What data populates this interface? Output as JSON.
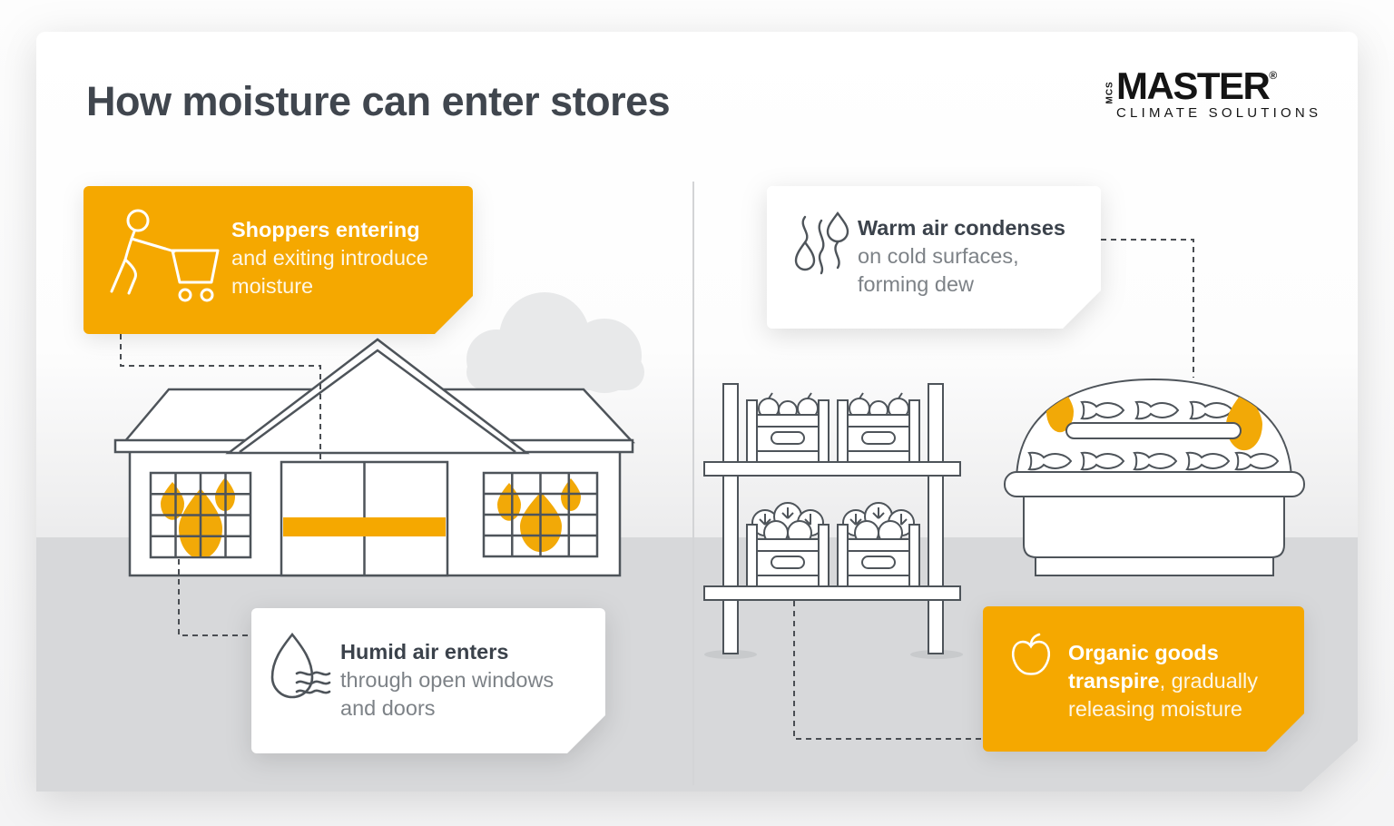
{
  "page": {
    "title": "How moisture can enter stores"
  },
  "logo": {
    "vertical": "MCS",
    "brand": "MASTER",
    "registered": "®",
    "tagline": "CLIMATE SOLUTIONS"
  },
  "callouts": {
    "shoppers": {
      "icon": "shopper-cart-icon",
      "heading": "Shoppers entering",
      "body": "and exiting introduce moisture"
    },
    "humid": {
      "icon": "humid-drop-icon",
      "heading": "Humid air enters",
      "body": "through open windows and doors"
    },
    "condensation": {
      "icon": "steam-drops-icon",
      "heading": "Warm air condenses",
      "body": "on cold surfaces, forming dew"
    },
    "organic": {
      "icon": "apple-icon",
      "heading": "Organic goods transpire",
      "body": ", gradually releasing moisture"
    }
  },
  "scene": {
    "left_illustration": "store-building-with-moisture-droplets",
    "right_illustration": "produce-shelves-and-fish-display-case"
  },
  "colors": {
    "accent": "#F5A800",
    "heading_text": "#3B424B",
    "body_text": "#7D8287",
    "outline": "#4E545A",
    "ground": "#D7D8DA",
    "card_bg": "#FFFFFF"
  }
}
